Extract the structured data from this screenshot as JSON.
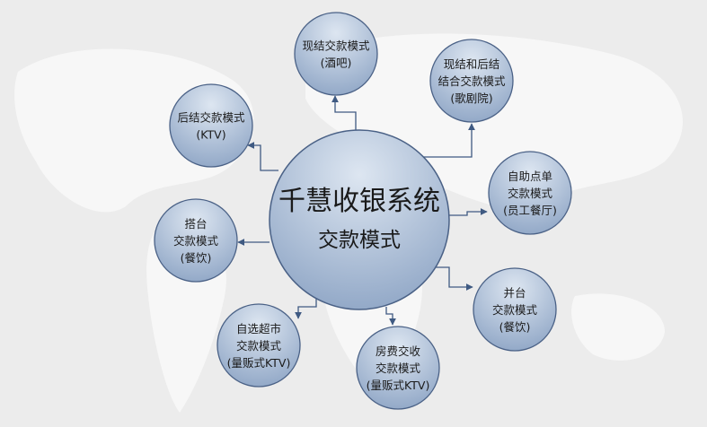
{
  "center": {
    "title": "千慧收银系统",
    "subtitle": "交款模式"
  },
  "nodes": [
    {
      "id": "bar",
      "lines": [
        "现结交款模式",
        "(酒吧)"
      ]
    },
    {
      "id": "opera",
      "lines": [
        "现结和后结",
        "结合交款模式",
        "(歌剧院)"
      ]
    },
    {
      "id": "ktv",
      "lines": [
        "后结交款模式",
        "(KTV)"
      ]
    },
    {
      "id": "staff",
      "lines": [
        "自助点单",
        "交款模式",
        "(员工餐厅)"
      ]
    },
    {
      "id": "share",
      "lines": [
        "搭台",
        "交款模式",
        "(餐饮)"
      ]
    },
    {
      "id": "merge",
      "lines": [
        "并台",
        "交款模式",
        "(餐饮)"
      ]
    },
    {
      "id": "market",
      "lines": [
        "自选超市",
        "交款模式",
        "(量贩式KTV)"
      ]
    },
    {
      "id": "room",
      "lines": [
        "房费交收",
        "交款模式",
        "(量贩式KTV)"
      ]
    }
  ],
  "colors": {
    "circle_top": "#d7e1ee",
    "circle_bottom": "#8fa6c6",
    "stroke": "#4a6186",
    "connector": "#3f5a82"
  }
}
